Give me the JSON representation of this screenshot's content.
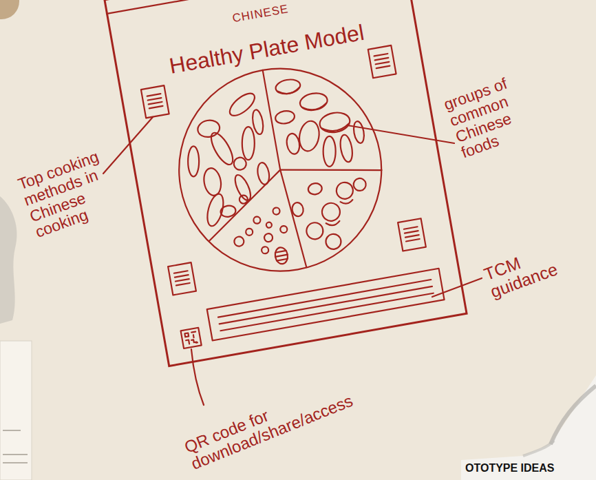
{
  "diagram": {
    "nodes": [
      {
        "text": [
          "CHINESE",
          "Healthy Plate Model"
        ]
      }
    ],
    "labels": [
      "Top cooking methods in Chinese cooking",
      "groups of common Chinese foods",
      "TCM guidance",
      "QR code for download/share/access",
      "OTOTYPE IDEAS"
    ]
  }
}
